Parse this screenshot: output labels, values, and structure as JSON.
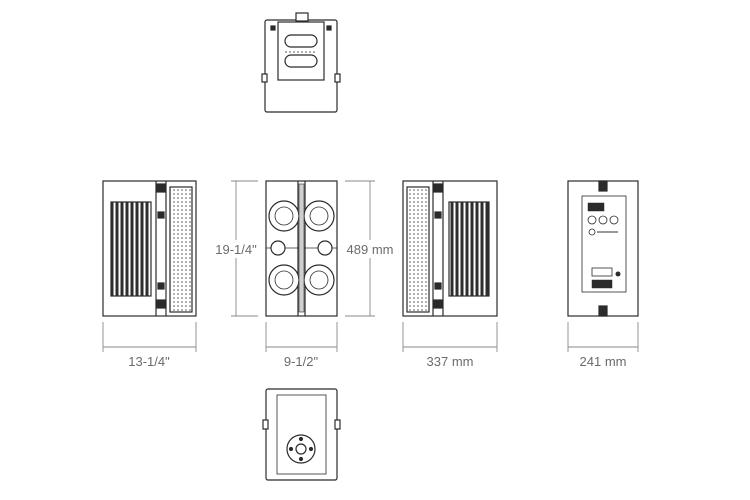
{
  "dimensions": {
    "height_in": "19-1/4\"",
    "height_mm": "489 mm",
    "depth_in": "13-1/4\"",
    "width_in": "9-1/2\"",
    "depth_mm": "337 mm",
    "width_mm": "241 mm"
  },
  "colors": {
    "line": "#2b2b2b",
    "dim": "#8a8a8a",
    "grille_dark": "#3a3a3a",
    "text": "#6b6b6b"
  }
}
